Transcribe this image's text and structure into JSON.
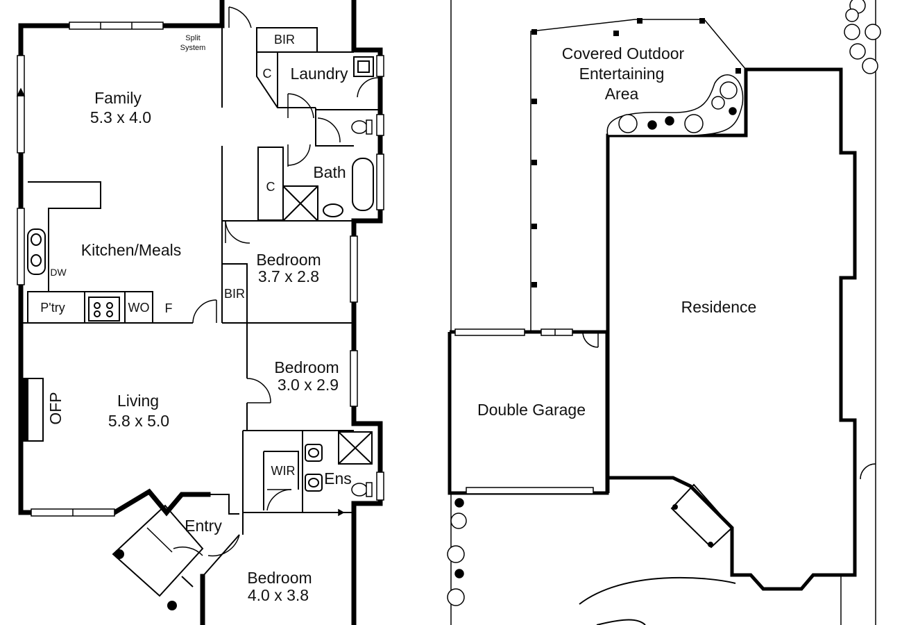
{
  "labels": {
    "split_system": [
      "Split",
      "System"
    ],
    "bir_top": "BIR",
    "laundry": "Laundry",
    "closet_laundry": "C",
    "family": "Family",
    "family_dim": "5.3 x 4.0",
    "bath": "Bath",
    "closet_bath": "C",
    "kitchen": "Kitchen/Meals",
    "dw": "DW",
    "bedroom1": "Bedroom",
    "bedroom1_dim": "3.7 x 2.8",
    "bir_bed1": "BIR",
    "pantry": "P'try",
    "wo": "WO",
    "fridge": "F",
    "bedroom2": "Bedroom",
    "bedroom2_dim": "3.0 x 2.9",
    "living": "Living",
    "living_dim": "5.8 x 5.0",
    "ofp": "OFP",
    "wir": "WIR",
    "ens": "Ens",
    "entry": "Entry",
    "bedroom3": "Bedroom",
    "bedroom3_dim": "4.0 x 3.8",
    "outdoor": [
      "Covered Outdoor",
      "Entertaining",
      "Area"
    ],
    "residence": "Residence",
    "garage": "Double Garage"
  }
}
